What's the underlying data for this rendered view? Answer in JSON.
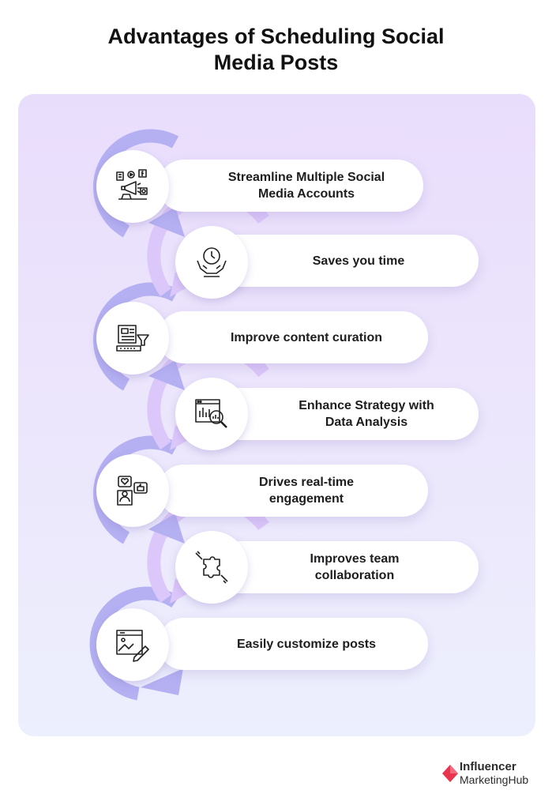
{
  "title": "Advantages of Scheduling Social\nMedia Posts",
  "colors": {
    "ring_dark": "#b4b0f2",
    "ring_light": "#dcc7fa",
    "panel_top": "#e9ddfc",
    "panel_bottom": "#eceffd",
    "logo_red": "#e8344e"
  },
  "steps": [
    {
      "label": "Streamline Multiple Social\nMedia Accounts",
      "icon": "megaphone-social-icon"
    },
    {
      "label": "Saves you time",
      "icon": "clock-hands-icon"
    },
    {
      "label": "Improve content curation",
      "icon": "content-funnel-icon"
    },
    {
      "label": "Enhance Strategy with\nData Analysis",
      "icon": "data-analysis-icon"
    },
    {
      "label": "Drives real-time\nengagement",
      "icon": "engagement-icon"
    },
    {
      "label": "Improves team\ncollaboration",
      "icon": "puzzle-hands-icon"
    },
    {
      "label": "Easily customize posts",
      "icon": "edit-post-icon"
    }
  ],
  "logo": {
    "line1": "Influencer",
    "line2": "MarketingHub"
  }
}
